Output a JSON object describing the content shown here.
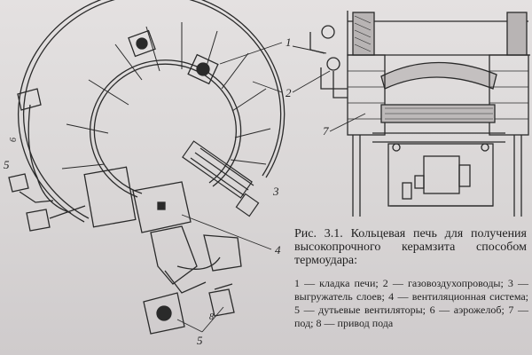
{
  "caption": {
    "title": "Рис. 3.1. Кольцевая печь для получения высокопрочного керамзита способом термоудара:"
  },
  "legend": {
    "text": "1 — кладка печи; 2 — газовоздухопроводы; 3 — выгружатель слоев; 4 — вентиляционная система; 5 — дутьевые вентиляторы; 6 — аэрожелоб; 7 — под; 8 — привод пода"
  },
  "labels": {
    "l1": "1",
    "l2": "2",
    "l3": "3",
    "l4": "4",
    "l5": "5",
    "l6": "6",
    "l7": "7",
    "l8": "8"
  }
}
